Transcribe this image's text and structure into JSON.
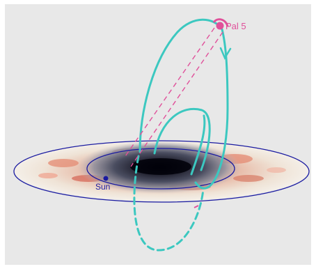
{
  "labels": {
    "sun": "Sun",
    "pal5": "Pal 5"
  },
  "colors": {
    "background": "#e8e8e8",
    "disk_ring": "#1a1aa0",
    "orbit": "#3cc8c0",
    "stream": "#e0509a",
    "sun_marker": "#1a1aa0",
    "pal5_marker": "#e0509a"
  },
  "icons": {
    "sun_marker": "filled-circle",
    "pal5_marker": "filled-circle"
  }
}
